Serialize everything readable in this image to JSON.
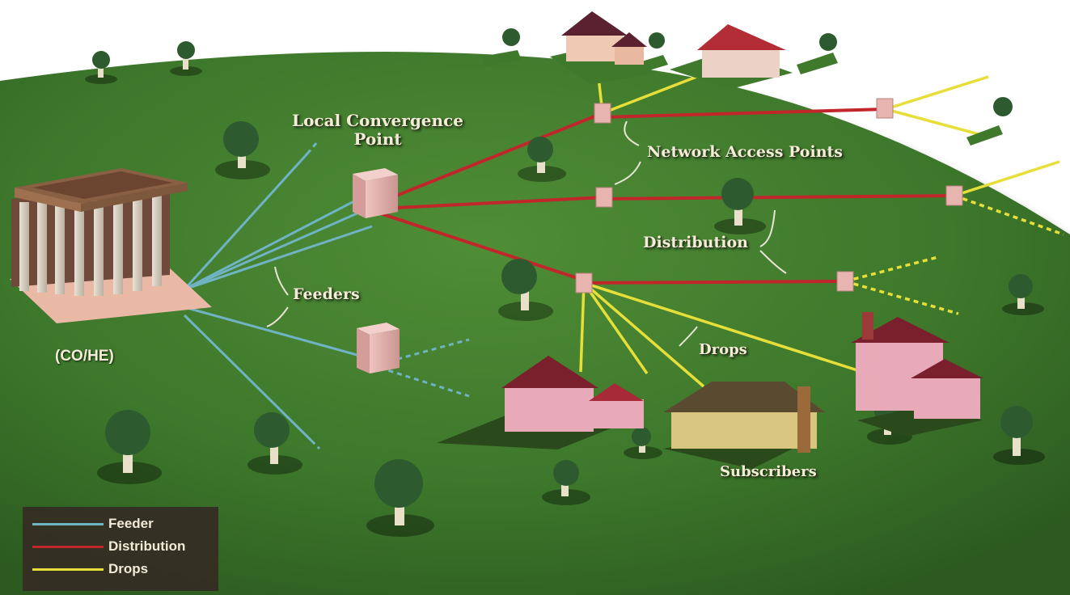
{
  "labels": {
    "local_convergence_point": "Local Convergence\nPoint",
    "network_access_points": "Network Access Points",
    "distribution": "Distribution",
    "feeders": "Feeders",
    "drops": "Drops",
    "subscribers": "Subscribers",
    "central_office": "(CO/HE)"
  },
  "legend": [
    {
      "label": "Feeder",
      "color": "#6fb3c4"
    },
    {
      "label": "Distribution",
      "color": "#c0262a"
    },
    {
      "label": "Drops",
      "color": "#e6df3a"
    }
  ],
  "colors": {
    "grass": "#3f7a2c",
    "feeder": "#6fb3c4",
    "distribution": "#c0262a",
    "drop": "#e6df3a",
    "cabinet": "#e6b3b0",
    "house_wall": "#e8a9b9",
    "house_roof": "#7a1f2c"
  },
  "icons": [
    "tree-icon",
    "house-icon",
    "cabinet-icon",
    "building-icon"
  ]
}
